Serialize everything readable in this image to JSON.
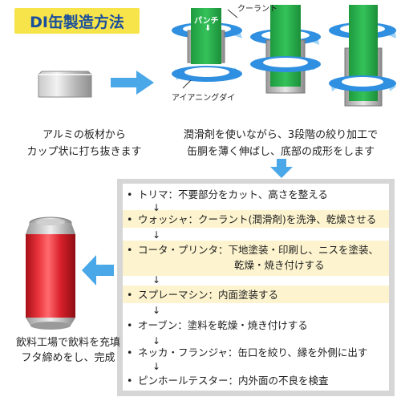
{
  "title": "DI缶製造方法",
  "labels": {
    "punch": "パンチ",
    "coolant": "クーラント",
    "die": "アイアニングダイ"
  },
  "captions": {
    "stamping": [
      "アルミの板材から",
      "カップ状に打ち抜きます"
    ],
    "ironing": [
      "潤滑剤を使いながら、3段階の絞り加工で",
      "缶胴を薄く伸ばし、底部の成形をします"
    ],
    "finish": [
      "飲料工場で飲料を充填",
      "フタ締めをし、完成"
    ]
  },
  "steps": [
    {
      "text": "トリマ：不要部分をカット、高さを整える",
      "cont": "",
      "highlight": false
    },
    {
      "text": "ウォッシャ：クーラント(潤滑剤)を洗浄、乾燥させる",
      "cont": "",
      "highlight": true
    },
    {
      "text": "コータ・プリンタ：下地塗装・印刷し、ニスを塗装、",
      "cont": "乾燥・焼き付けする",
      "highlight": true
    },
    {
      "text": "スプレーマシン：内面塗装する",
      "cont": "",
      "highlight": true
    },
    {
      "text": "オーブン：塗料を乾燥・焼き付けする",
      "cont": "",
      "highlight": false
    },
    {
      "text": "ネッカ・フランジャ：缶口を絞り、縁を外側に出す",
      "cont": "",
      "highlight": false
    },
    {
      "text": "ピンホールテスター：内外面の不良を検査",
      "cont": "",
      "highlight": false
    }
  ],
  "flow_arrow": "↓",
  "bullet": "•",
  "colors": {
    "title_bg": "#f7e34a",
    "title_text": "#1a4f9c",
    "arrow_blue": "#4aa7e8",
    "die_blue": "#2f8fe0",
    "punch_green": "#2db34f",
    "can_red": "#d8212a",
    "highlight_band": "#fdf4cf",
    "panel_gray": "#d6d6d6"
  },
  "icons": [
    "aluminum-blank-icon",
    "punch-die-icon",
    "aluminum-can-icon",
    "right-arrow-icon",
    "down-arrow-icon",
    "left-arrow-icon"
  ]
}
